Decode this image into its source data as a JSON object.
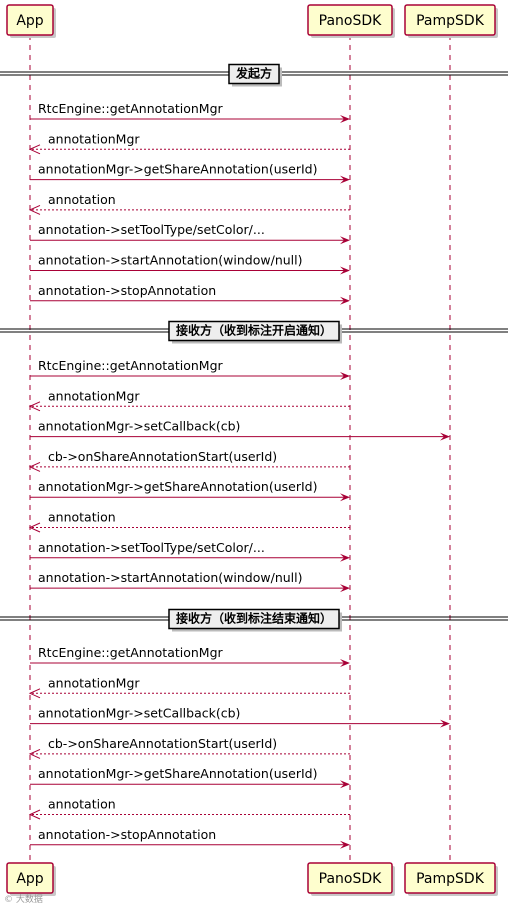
{
  "participants": [
    {
      "id": "app",
      "label": "App"
    },
    {
      "id": "pano",
      "label": "PanoSDK"
    },
    {
      "id": "pamp",
      "label": "PampSDK"
    }
  ],
  "sections": [
    {
      "title": "发起方",
      "messages": [
        {
          "from": "app",
          "to": "pano",
          "label": "RtcEngine::getAnnotationMgr",
          "style": "solid"
        },
        {
          "from": "pano",
          "to": "app",
          "label": "annotationMgr",
          "style": "dashed"
        },
        {
          "from": "app",
          "to": "pano",
          "label": "annotationMgr->getShareAnnotation(userId)",
          "style": "solid"
        },
        {
          "from": "pano",
          "to": "app",
          "label": "annotation",
          "style": "dashed"
        },
        {
          "from": "app",
          "to": "pano",
          "label": "annotation->setToolType/setColor/...",
          "style": "solid"
        },
        {
          "from": "app",
          "to": "pano",
          "label": "annotation->startAnnotation(window/null)",
          "style": "solid"
        },
        {
          "from": "app",
          "to": "pano",
          "label": "annotation->stopAnnotation",
          "style": "solid"
        }
      ]
    },
    {
      "title": "接收方（收到标注开启通知）",
      "messages": [
        {
          "from": "app",
          "to": "pano",
          "label": "RtcEngine::getAnnotationMgr",
          "style": "solid"
        },
        {
          "from": "pano",
          "to": "app",
          "label": "annotationMgr",
          "style": "dashed"
        },
        {
          "from": "app",
          "to": "pamp",
          "label": "annotationMgr->setCallback(cb)",
          "style": "solid"
        },
        {
          "from": "pano",
          "to": "app",
          "label": "cb->onShareAnnotationStart(userId)",
          "style": "dashed"
        },
        {
          "from": "app",
          "to": "pano",
          "label": "annotationMgr->getShareAnnotation(userId)",
          "style": "solid"
        },
        {
          "from": "pano",
          "to": "app",
          "label": "annotation",
          "style": "dashed"
        },
        {
          "from": "app",
          "to": "pano",
          "label": "annotation->setToolType/setColor/...",
          "style": "solid"
        },
        {
          "from": "app",
          "to": "pano",
          "label": "annotation->startAnnotation(window/null)",
          "style": "solid"
        }
      ]
    },
    {
      "title": "接收方（收到标注结束通知）",
      "messages": [
        {
          "from": "app",
          "to": "pano",
          "label": "RtcEngine::getAnnotationMgr",
          "style": "solid"
        },
        {
          "from": "pano",
          "to": "app",
          "label": "annotationMgr",
          "style": "dashed"
        },
        {
          "from": "app",
          "to": "pamp",
          "label": "annotationMgr->setCallback(cb)",
          "style": "solid"
        },
        {
          "from": "pano",
          "to": "app",
          "label": "cb->onShareAnnotationStart(userId)",
          "style": "dashed"
        },
        {
          "from": "app",
          "to": "pano",
          "label": "annotationMgr->getShareAnnotation(userId)",
          "style": "solid"
        },
        {
          "from": "pano",
          "to": "app",
          "label": "annotation",
          "style": "dashed"
        },
        {
          "from": "app",
          "to": "pano",
          "label": "annotation->stopAnnotation",
          "style": "solid"
        }
      ]
    }
  ],
  "watermark": "© 大数据"
}
